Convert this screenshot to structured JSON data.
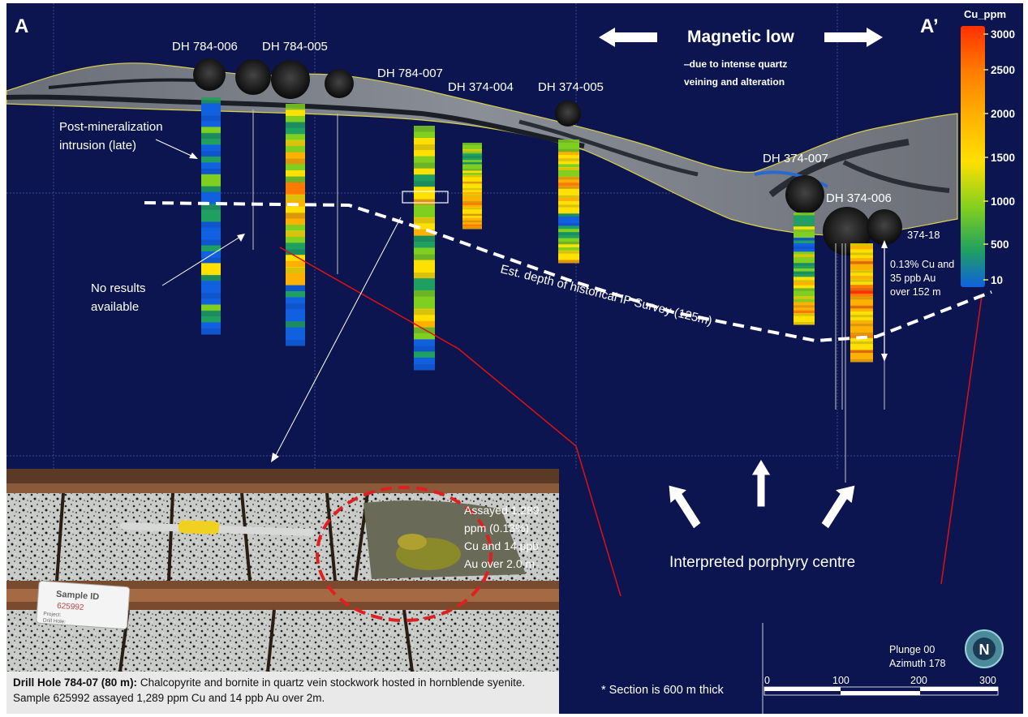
{
  "section": {
    "end_left": "A",
    "end_right": "A’",
    "magnetic_low": {
      "title": "Magnetic low",
      "note_line1": "‒due to intense quartz",
      "note_line2": "veining and alteration"
    },
    "drill_holes": [
      {
        "id": "DH 784-006"
      },
      {
        "id": "DH 784-005"
      },
      {
        "id": "DH 784-007"
      },
      {
        "id": "DH 374-004"
      },
      {
        "id": "DH 374-005"
      },
      {
        "id": "DH 374-007"
      },
      {
        "id": "DH 374-006"
      }
    ],
    "partial_label": "374-18",
    "annotations": {
      "intrusion_line1": "Post-mineralization",
      "intrusion_line2": "intrusion (late)",
      "no_results_line1": "No results",
      "no_results_line2": "available",
      "ip_depth": "Est. depth of historical IP Survey (125m)",
      "intercept_line1": "0.13% Cu and",
      "intercept_line2": "35 ppb Au",
      "intercept_line3": "over 152 m",
      "porphyry_centre": "Interpreted porphyry centre"
    },
    "legend": {
      "title": "Cu_ppm",
      "ticks": [
        "3000",
        "2500",
        "2000",
        "1500",
        "1000",
        "500",
        "10"
      ],
      "colors": [
        "#ff3000",
        "#ff7a00",
        "#ffb000",
        "#ffe000",
        "#7fcf20",
        "#20a060",
        "#1060e0"
      ]
    },
    "plunge": "Plunge 00",
    "azimuth": "Azimuth 178",
    "north": "N",
    "thickness_note": "* Section is 600 m thick",
    "scale_ticks": [
      "0",
      "100",
      "200",
      "300"
    ]
  },
  "photo": {
    "sample_tag_title": "Sample ID",
    "sample_tag_number": "625992",
    "sample_tag_project": "Project:",
    "sample_tag_hole": "Drill Hole:",
    "assay_line1": "Assayed 1,289",
    "assay_line2": "ppm (0.13%)",
    "assay_line3": "Cu and 14 ppb",
    "assay_line4": "Au over 2.0 m"
  },
  "caption": {
    "bold": "Drill Hole 784-07 (80 m):",
    "text": " Chalcopyrite and bornite in quartz vein stockwork hosted in hornblende syenite. Sample 625992 assayed 1,289 ppm Cu and 14 ppb Au over 2m."
  },
  "colors": {
    "background": "#0c1550",
    "grid": "#3a4a8a",
    "ip_line": "#ffffff",
    "red_line": "#e01010"
  }
}
